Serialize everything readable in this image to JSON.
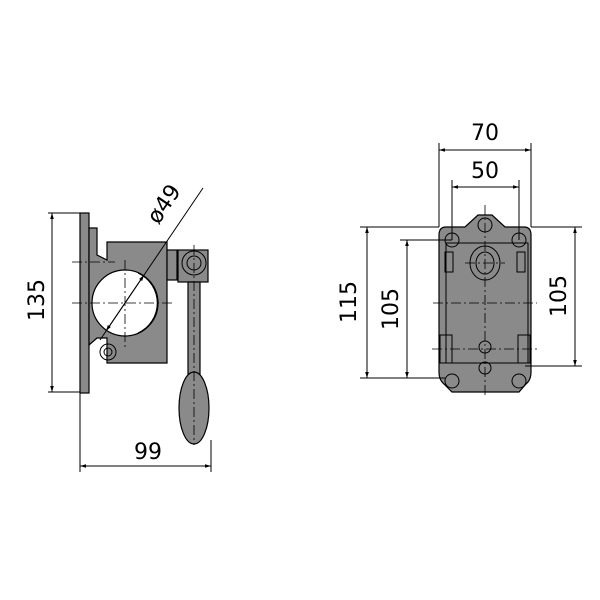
{
  "side_view": {
    "height_label": "135",
    "width_label": "99",
    "diameter_label": "ø49"
  },
  "front_view": {
    "outer_width_label": "70",
    "hole_spacing_width_label": "50",
    "outer_height_label": "115",
    "inner_height_label": "105",
    "right_height_label": "105"
  },
  "colors": {
    "part_fill": "#8a8a8a",
    "line": "#000000"
  }
}
